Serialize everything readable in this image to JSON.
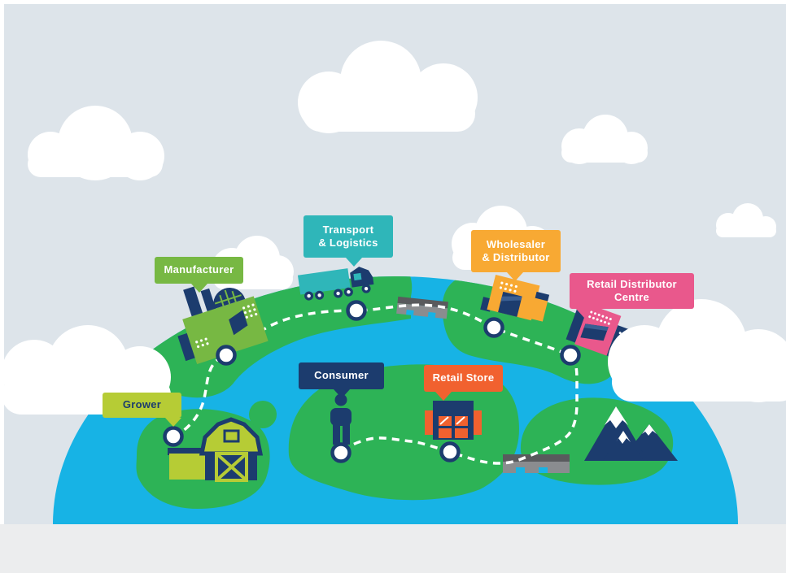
{
  "scene": {
    "description": "Supply chain journey infographic on a half globe",
    "sky_color": "#dde4ea",
    "ground_strip_color": "#ecedee",
    "ocean_color": "#17b3e5",
    "land_color": "#2db356",
    "route_color": "#ffffff",
    "navy_color": "#1c3c6e",
    "bridge_color": "#8a8c8f",
    "cloud_color": "#ffffff"
  },
  "stages": [
    {
      "id": "grower",
      "label": "Grower",
      "color": "#b6cc35",
      "text_color": "#1c3c6e",
      "icon": "barn-icon"
    },
    {
      "id": "manufacturer",
      "label": "Manufacturer",
      "color": "#77b843",
      "text_color": "#ffffff",
      "icon": "factory-icon"
    },
    {
      "id": "transport-logistics",
      "label": "Transport\n& Logistics",
      "color": "#2fb6b9",
      "text_color": "#ffffff",
      "icon": "truck-icon"
    },
    {
      "id": "wholesaler-distributor",
      "label": "Wholesaler\n& Distributor",
      "color": "#f8a933",
      "text_color": "#ffffff",
      "icon": "warehouse-icon"
    },
    {
      "id": "retail-distributor-centre",
      "label": "Retail Distributor\nCentre",
      "color": "#e9588c",
      "text_color": "#ffffff",
      "icon": "distribution-building-icon"
    },
    {
      "id": "retail-store",
      "label": "Retail Store",
      "color": "#f1612f",
      "text_color": "#ffffff",
      "icon": "storefront-icon"
    },
    {
      "id": "consumer",
      "label": "Consumer",
      "color": "#1c3c6e",
      "text_color": "#ffffff",
      "icon": "person-icon"
    }
  ]
}
